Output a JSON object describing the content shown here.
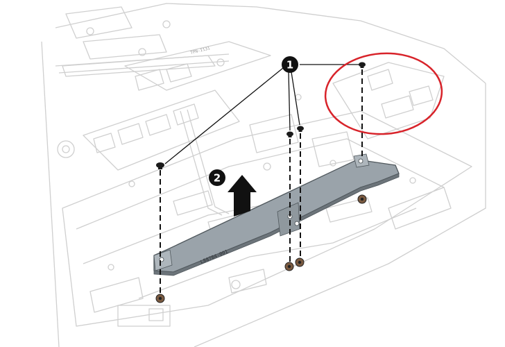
{
  "diagram": {
    "callouts": [
      {
        "number": "1",
        "meaning": "screws"
      },
      {
        "number": "2",
        "meaning": "lift direction"
      }
    ],
    "bracket_marking": "L88784-001",
    "chassis_marking": "TPN-I131",
    "highlight_color": "#d8232a",
    "bracket_color": "#9aa3aa",
    "line_color": "#c9c9c9"
  }
}
